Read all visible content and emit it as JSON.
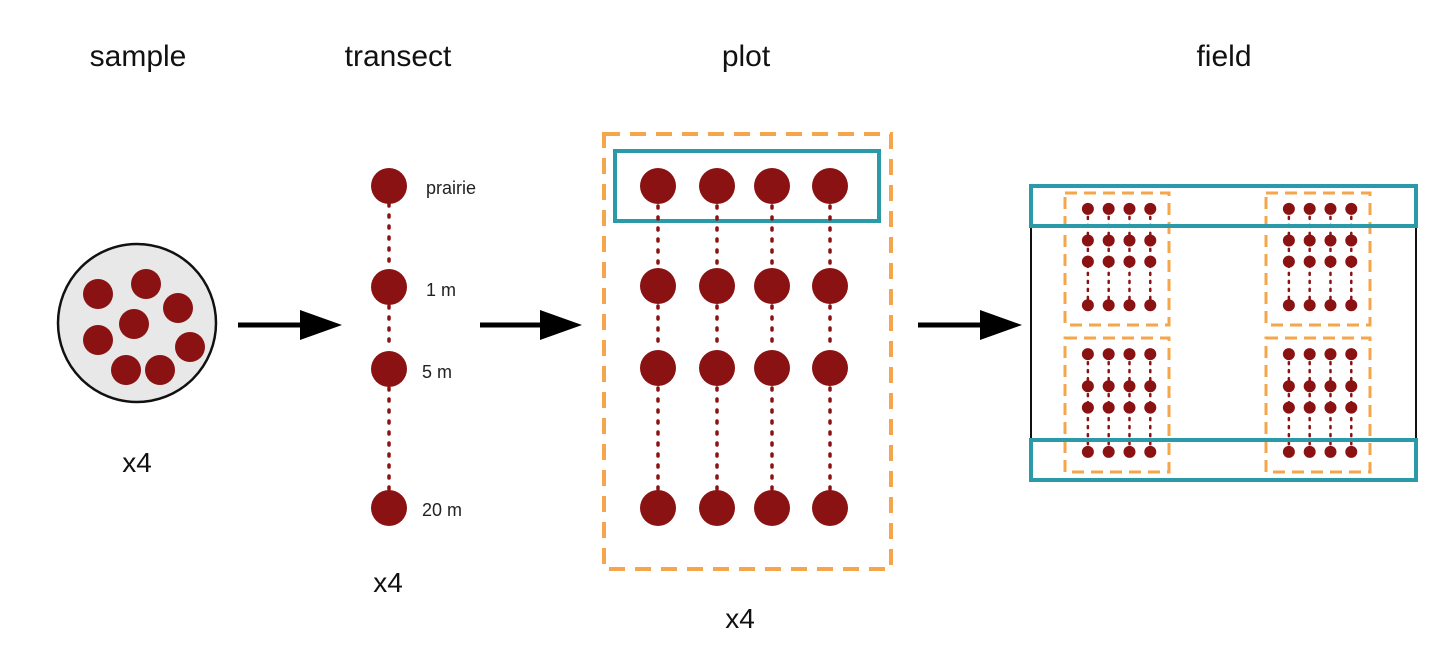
{
  "headers": {
    "sample": "sample",
    "transect": "transect",
    "plot": "plot",
    "field": "field"
  },
  "multipliers": {
    "sample": "x4",
    "transect": "x4",
    "plot": "x4"
  },
  "transect_labels": [
    "prairie",
    "1 m",
    "5 m",
    "20 m"
  ],
  "colors": {
    "dot": "#8b1212",
    "orange_dashed": "#f5a64a",
    "teal": "#2a9aa8",
    "circle_fill": "#e8e8e8",
    "arrow": "#000000"
  }
}
